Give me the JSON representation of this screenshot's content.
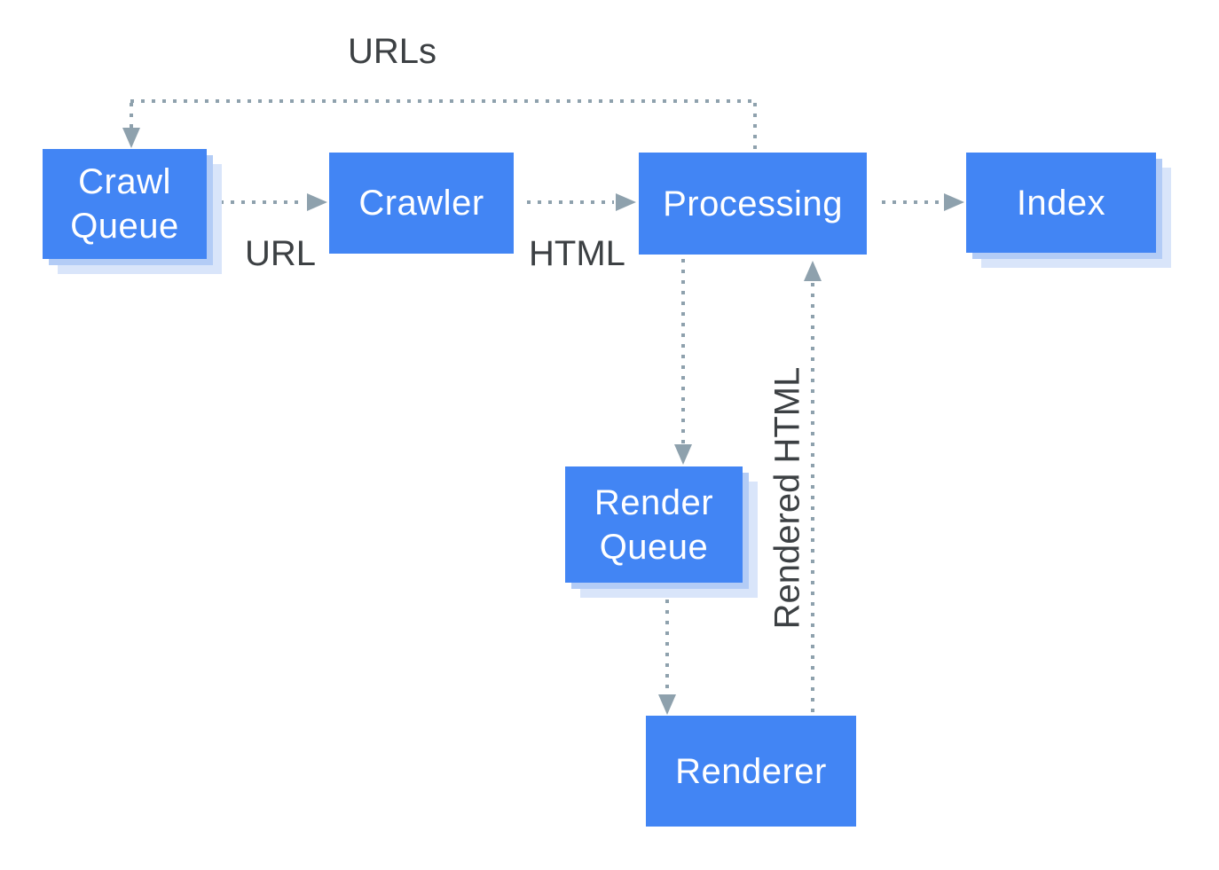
{
  "diagram": {
    "title_hint": "Googlebot crawl, render and index pipeline flowchart",
    "colors": {
      "background": "#FFFFFF",
      "node_fill": "#4285F4",
      "node_text": "#FFFFFF",
      "shadow_near": "#B3CCF6",
      "shadow_far": "#D9E5FA",
      "connector": "#8EA1AD",
      "label_text": "#3C4043"
    },
    "nodes": {
      "crawl_queue": {
        "label": "Crawl Queue",
        "stacked_shadow": true
      },
      "crawler": {
        "label": "Crawler",
        "stacked_shadow": false
      },
      "processing": {
        "label": "Processing",
        "stacked_shadow": false
      },
      "index": {
        "label": "Index",
        "stacked_shadow": true
      },
      "render_queue": {
        "label": "Render Queue",
        "stacked_shadow": true
      },
      "renderer": {
        "label": "Renderer",
        "stacked_shadow": false
      }
    },
    "edge_labels": {
      "urls": "URLs",
      "url": "URL",
      "html": "HTML",
      "rendered_html": "Rendered HTML"
    },
    "edges": [
      {
        "from": "crawl_queue",
        "to": "crawler",
        "label": "URL",
        "style": "dotted"
      },
      {
        "from": "crawler",
        "to": "processing",
        "label": "HTML",
        "style": "dotted"
      },
      {
        "from": "processing",
        "to": "index",
        "label": "",
        "style": "dotted"
      },
      {
        "from": "processing",
        "to": "crawl_queue",
        "label": "URLs",
        "style": "dotted"
      },
      {
        "from": "processing",
        "to": "render_queue",
        "label": "",
        "style": "dotted"
      },
      {
        "from": "render_queue",
        "to": "renderer",
        "label": "",
        "style": "dotted"
      },
      {
        "from": "renderer",
        "to": "processing",
        "label": "Rendered HTML",
        "style": "dotted"
      }
    ]
  }
}
